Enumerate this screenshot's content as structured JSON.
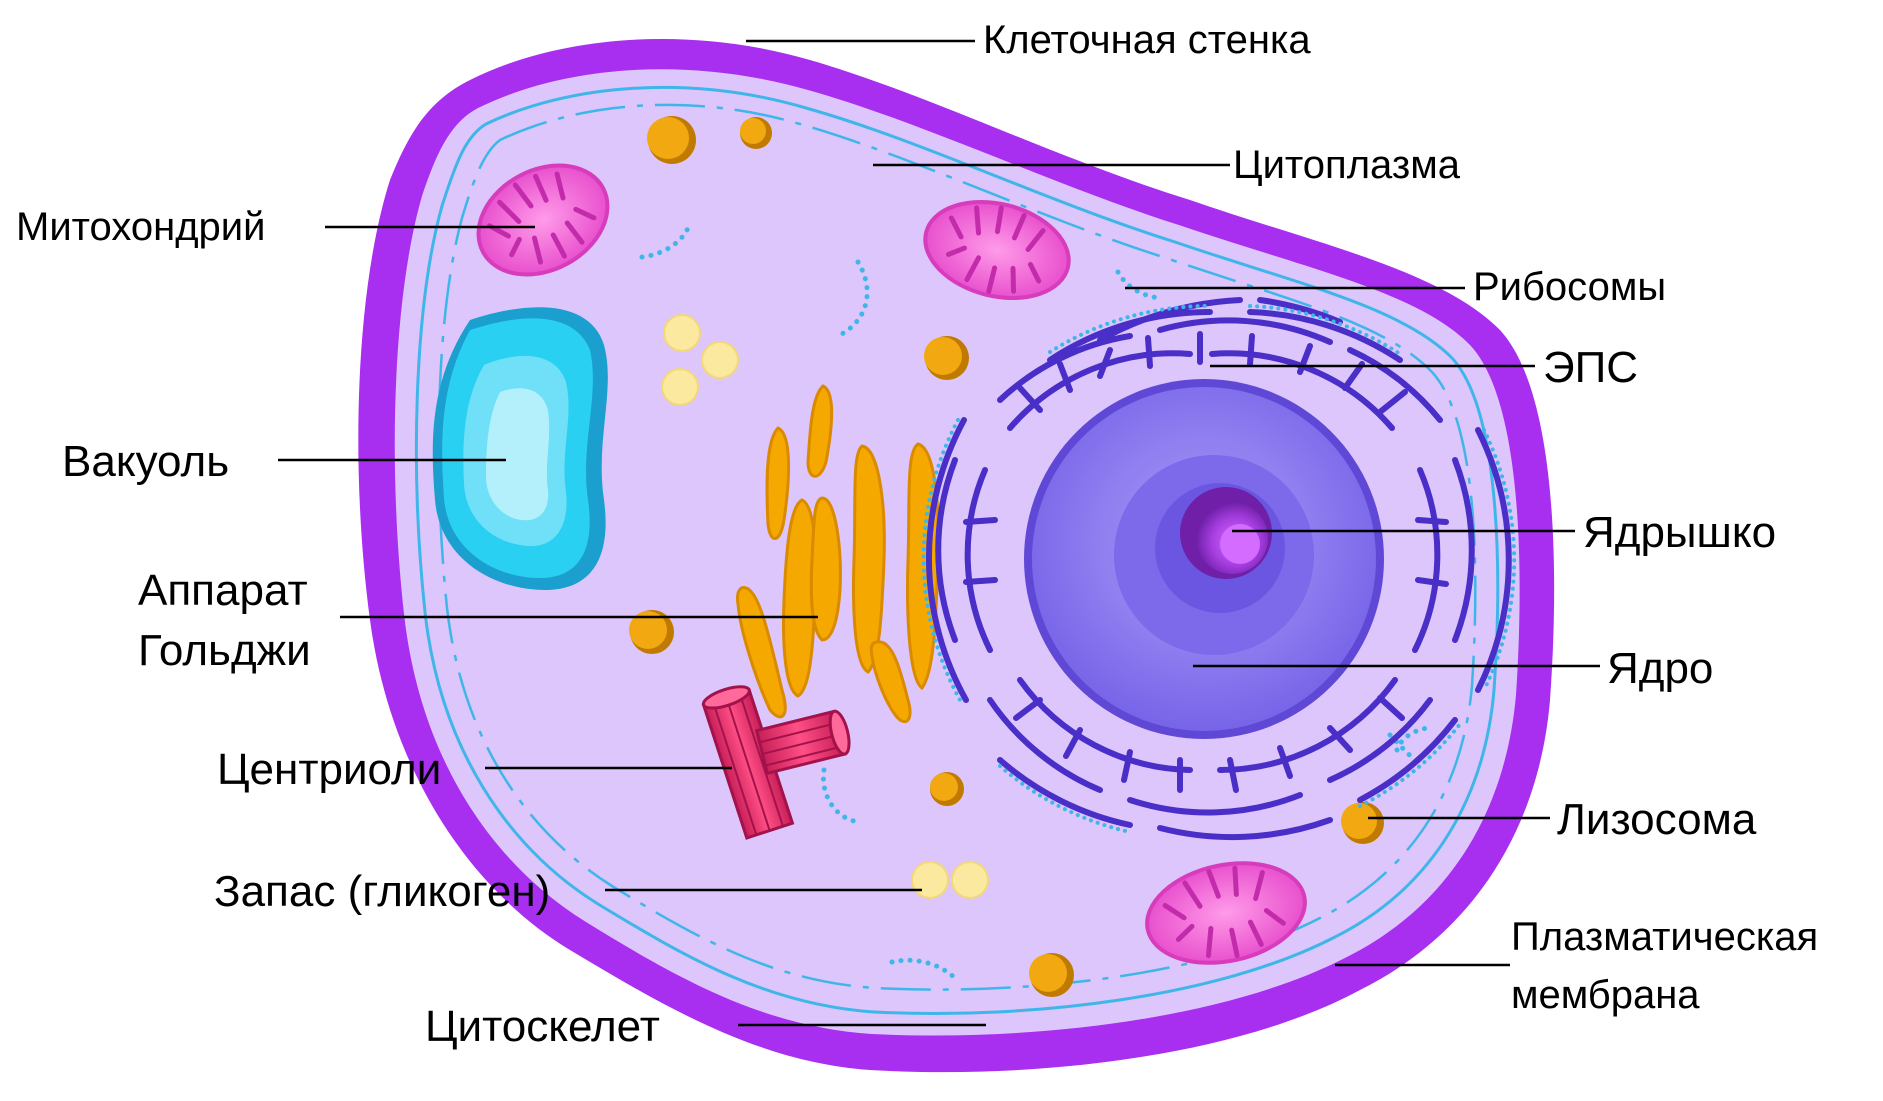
{
  "labels": {
    "cell_wall": "Клеточная стенка",
    "cytoplasm": "Цитоплазма",
    "mitochondrion": "Митохондрий",
    "ribosomes": "Рибосомы",
    "er": "ЭПС",
    "vacuole": "Вакуоль",
    "nucleolus": "Ядрышко",
    "golgi_line1": "Аппарат",
    "golgi_line2": "Гольджи",
    "nucleus": "Ядро",
    "centrioles": "Центриоли",
    "lysosome": "Лизосома",
    "glycogen": "Запас (гликоген)",
    "plasma_membrane_line1": "Плазматическая",
    "plasma_membrane_line2": "мембрана",
    "cytoskeleton": "Цитоскелет"
  },
  "colors": {
    "cell_wall": "#a82ef0",
    "cytoplasm": "#dcc6fb",
    "membrane": "#3fb6ea",
    "mitochondrion": "#f06ad6",
    "vacuole": "#2ad0f2",
    "golgi": "#f5a800",
    "nucleus": "#8a79ee",
    "er": "#4a2ec8",
    "centriole": "#e8286a",
    "glycogen": "#fbe9a0",
    "lysosome": "#e09a18"
  }
}
